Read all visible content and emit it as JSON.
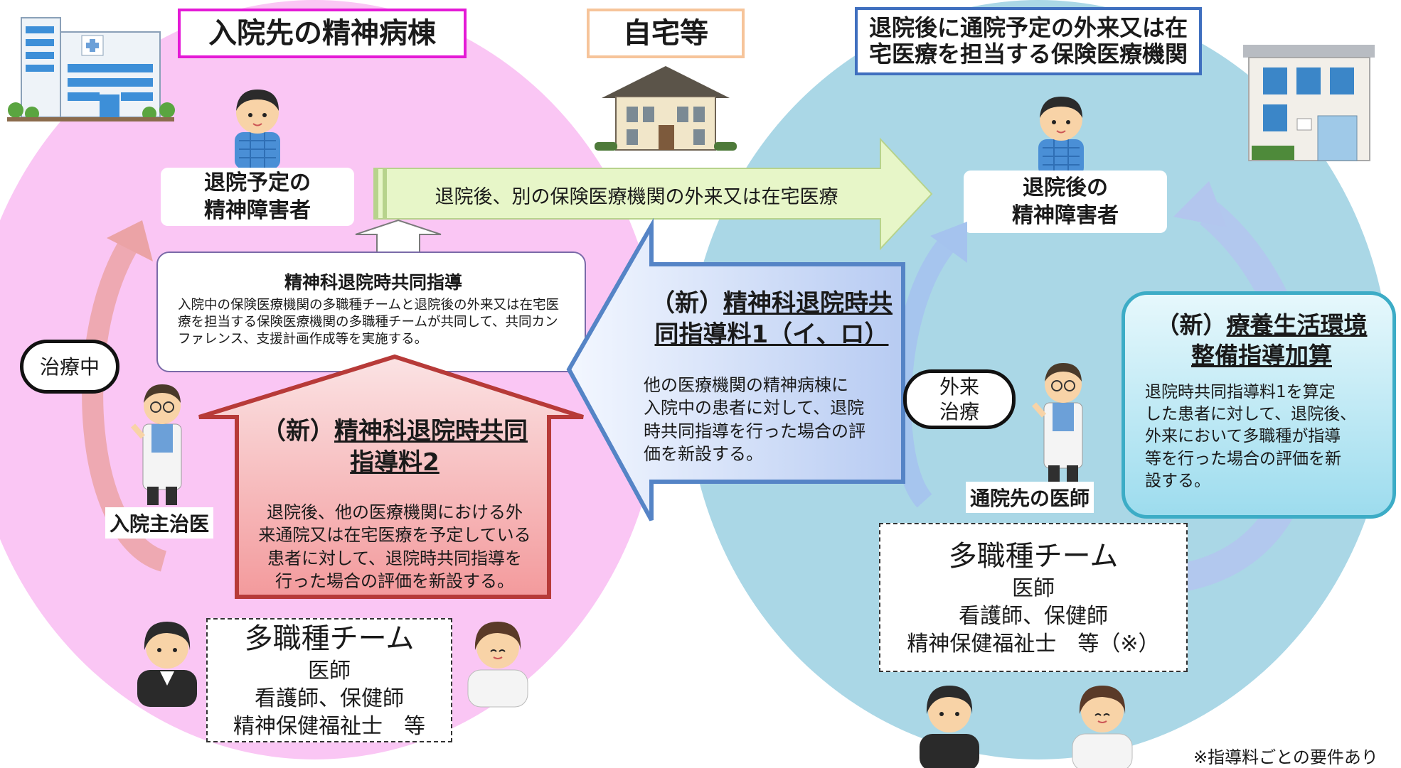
{
  "headers": {
    "ward": "入院先の精神病棟",
    "home": "自宅等",
    "outpatient": "退院後に通院予定の外来又は在宅医療を担当する保険医療機関"
  },
  "patients": {
    "before": [
      "退院予定の",
      "精神障害者"
    ],
    "after": [
      "退院後の",
      "精神障害者"
    ]
  },
  "arrow_top": "退院後、別の保険医療機関の外来又は在宅医療",
  "joint_guidance": {
    "title": "精神科退院時共同指導",
    "body": "入院中の保険医療機関の多職種チームと退院後の外来又は在宅医療を担当する保険医療機関の多職種チームが共同して、共同カンファレンス、支援計画作成等を実施する。"
  },
  "fee2": {
    "prefix": "（新）",
    "title1": "精神科退院時共同",
    "title2": "指導料2",
    "body": [
      "退院後、他の医療機関における外",
      "来通院又は在宅医療を予定している",
      "患者に対して、退院時共同指導を",
      "行った場合の評価を新設する。"
    ]
  },
  "fee1": {
    "prefix": "（新）",
    "title1": "精神科退院時共",
    "title2": "同指導料1（イ、ロ）",
    "body": [
      "他の医療機関の精神病棟に",
      "入院中の患者に対して、退院",
      "時共同指導を行った場合の評",
      "価を新設する。"
    ]
  },
  "addon": {
    "prefix": "（新）",
    "title1": "療養生活環境",
    "title2": "整備指導加算",
    "body": [
      "退院時共同指導料1を算定",
      "した患者に対して、退院後、",
      "外来において多職種が指導",
      "等を行った場合の評価を新",
      "設する。"
    ]
  },
  "labels": {
    "in_treatment": "治療中",
    "outpatient_treatment": [
      "外来",
      "治療"
    ],
    "inpatient_doctor": "入院主治医",
    "outpatient_doctor": "通院先の医師"
  },
  "team_left": {
    "title": "多職種チーム",
    "lines": [
      "医師",
      "看護師、保健師",
      "精神保健福祉士　等"
    ]
  },
  "team_right": {
    "title": "多職種チーム",
    "lines": [
      "医師",
      "看護師、保健師",
      "精神保健福祉士　等（※）"
    ]
  },
  "footnote": "※指導料ごとの要件あり",
  "colors": {
    "pink_circle": "#fac6f4",
    "blue_circle": "#aad7e6",
    "ward_border": "#e41ad6",
    "home_border": "#f6c49a",
    "outpatient_border": "#3f6fbf",
    "fee2_fill": "#f3868a",
    "fee2_border": "#b73a38",
    "fee1_fill": "#c8d7f5",
    "fee1_border": "#5584c6",
    "addon_fill": "#a8e3f2",
    "addon_border": "#3cacc6",
    "green_arrow": "#e7f6c8"
  }
}
